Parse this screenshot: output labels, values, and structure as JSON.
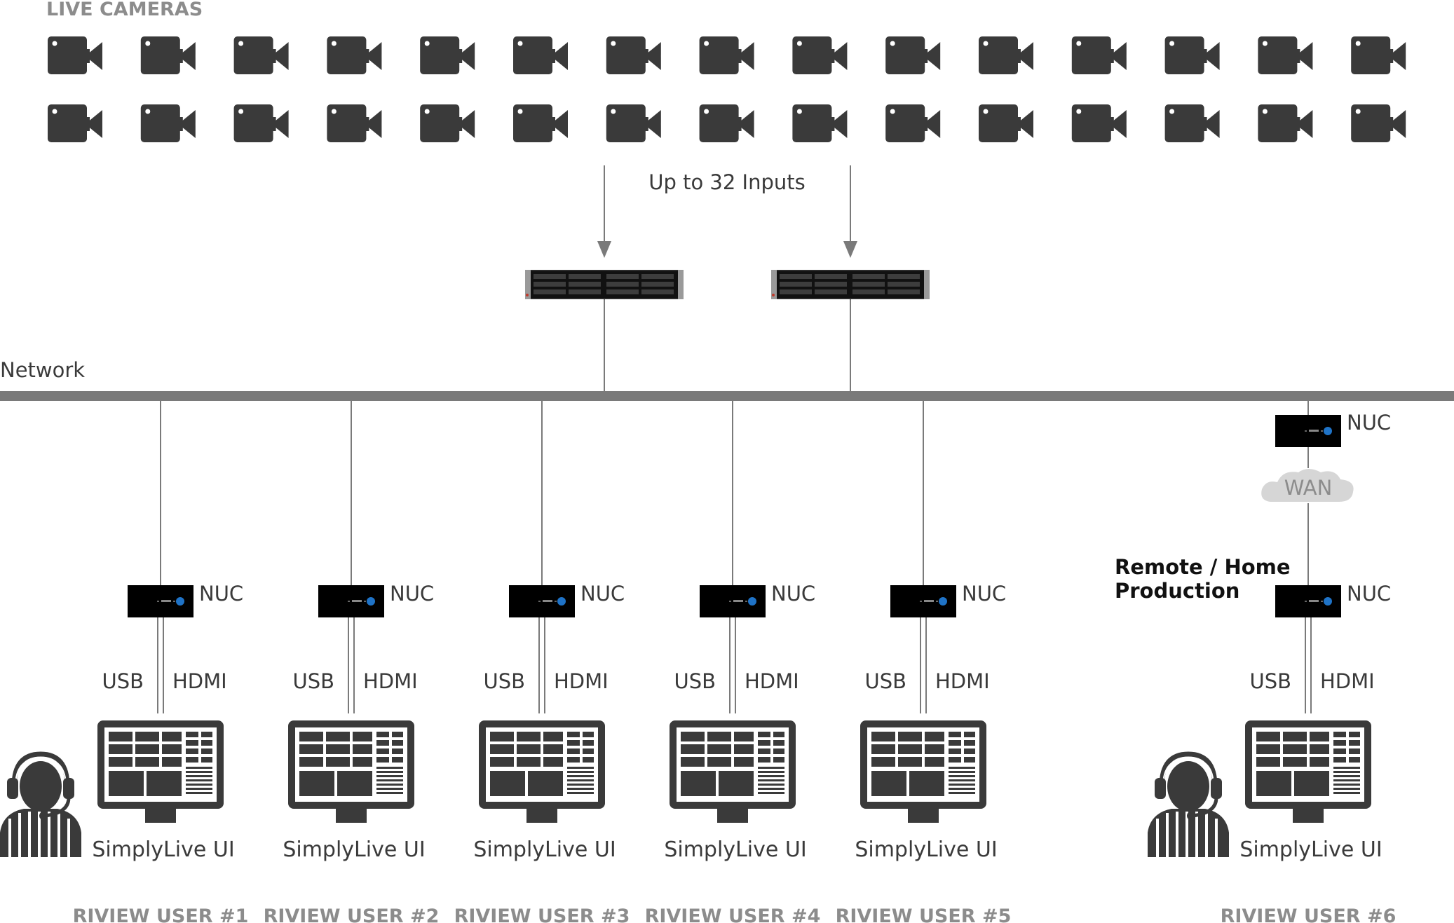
{
  "title": "LIVE CAMERAS",
  "inputs_label": "Up to 32 Inputs",
  "network_label": "Network",
  "camera_rows": 2,
  "cameras_per_row": 15,
  "nuc_label": "NUC",
  "usb_label": "USB",
  "hdmi_label": "HDMI",
  "ui_label": "SimplyLive UI",
  "wan_label": "WAN",
  "remote": {
    "line1": "Remote / Home",
    "line2": "Production"
  },
  "users": [
    {
      "name": "RIVIEW USER #1",
      "operator": true
    },
    {
      "name": "RIVIEW USER #2",
      "operator": false
    },
    {
      "name": "RIVIEW USER #3",
      "operator": false
    },
    {
      "name": "RIVIEW USER #4",
      "operator": false
    },
    {
      "name": "RIVIEW USER #5",
      "operator": false
    },
    {
      "name": "RIVIEW USER #6",
      "operator": true,
      "remote": true
    }
  ],
  "colors": {
    "icon": "#3a3a3a",
    "line": "#7a7a7a",
    "network_bar": "#7a7a7a",
    "nuc_body": "#000000",
    "nuc_led": "#1f73c7",
    "caption": "#8c8c8c",
    "cloud": "#d6d6d6"
  },
  "icons": {
    "camera": "video-camera-icon",
    "server": "rack-server-icon",
    "nuc": "mini-pc-icon",
    "monitor": "monitor-icon",
    "operator": "headset-operator-icon",
    "cloud": "cloud-icon"
  }
}
